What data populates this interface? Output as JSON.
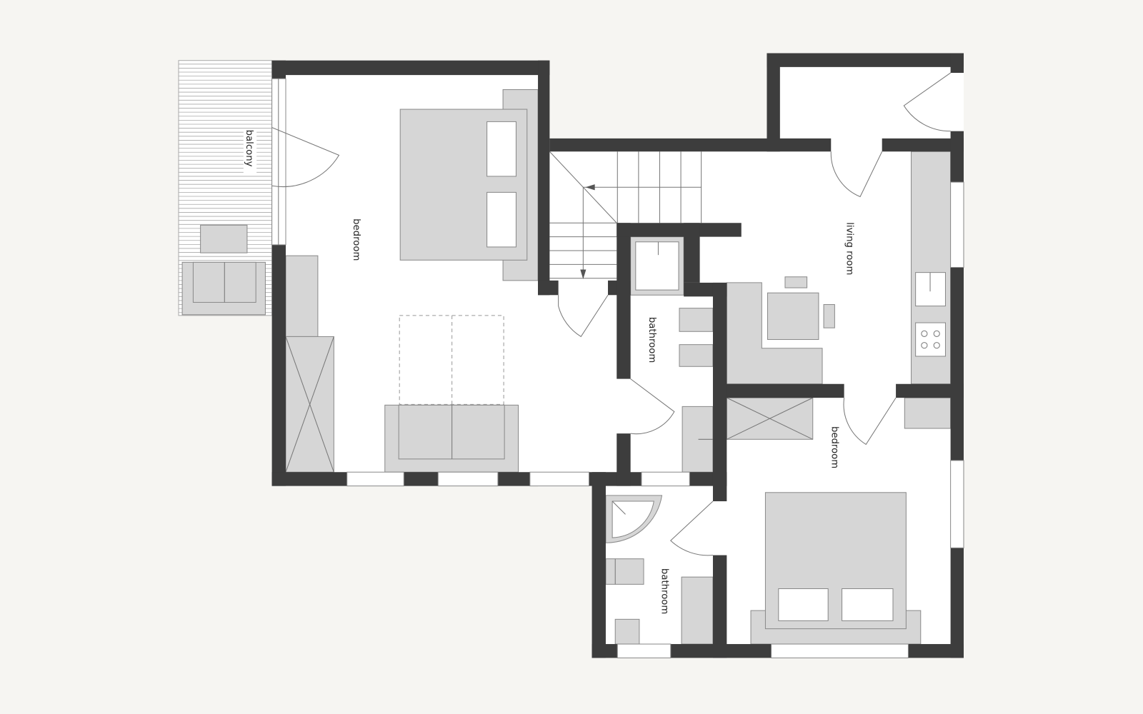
{
  "colors": {
    "background": "#f6f5f2",
    "wall": "#3d3d3d",
    "floor": "#ffffff",
    "furniture": "#d6d6d6"
  },
  "rooms": {
    "balcony": "balcony",
    "bedroom_main": "bedroom",
    "bathroom_1": "bathroom",
    "living_room": "living room",
    "bedroom_2": "bedroom",
    "bathroom_2": "bathroom"
  }
}
